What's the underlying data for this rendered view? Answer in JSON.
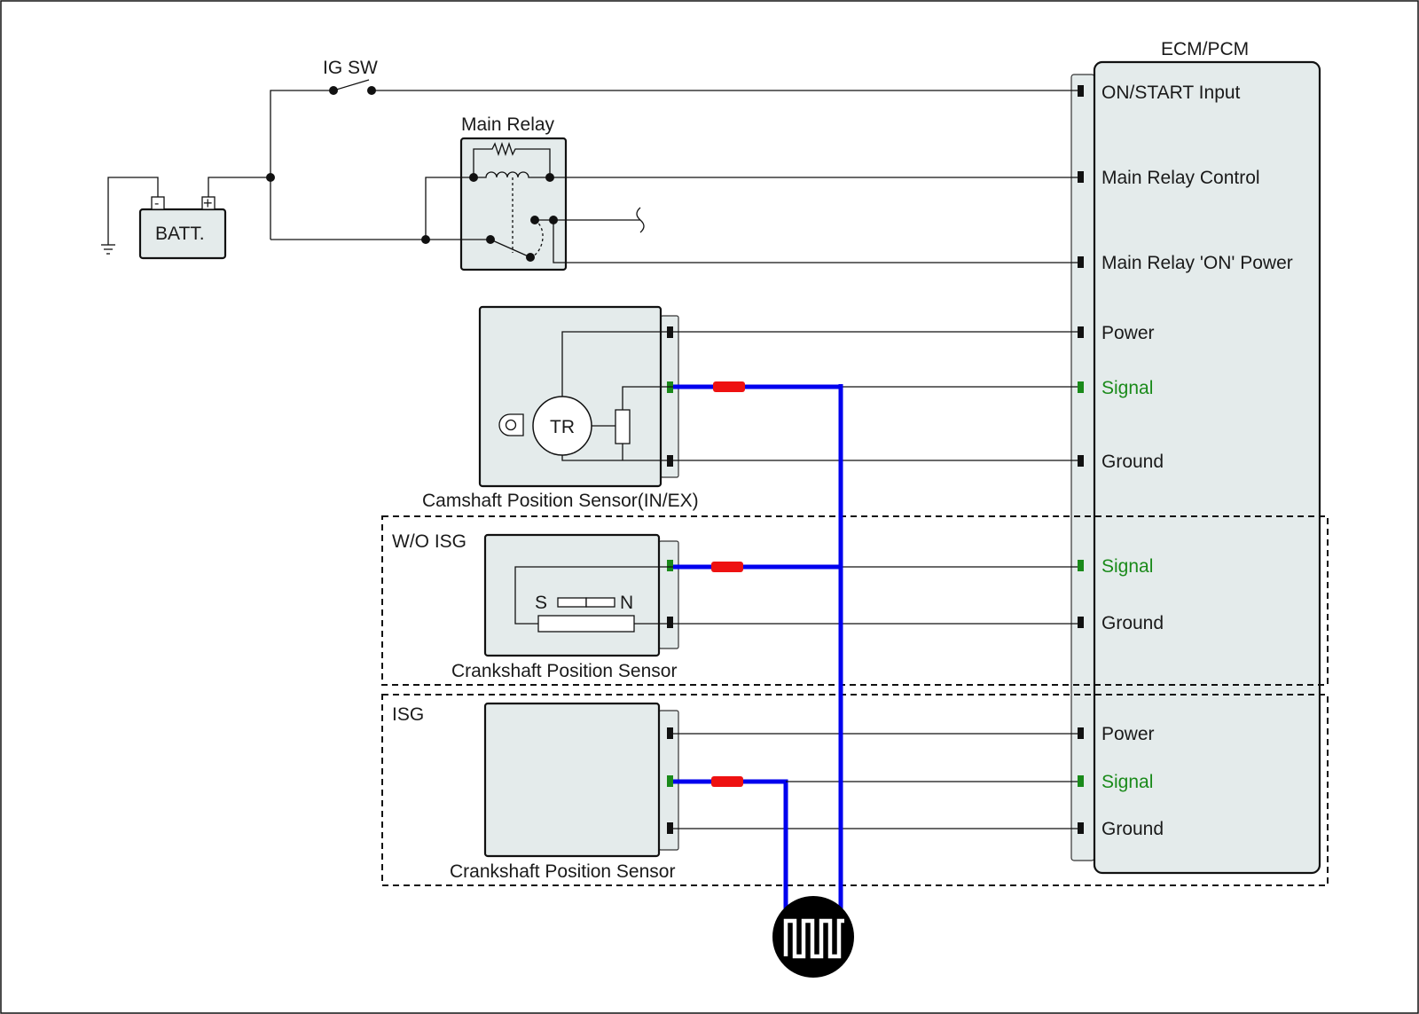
{
  "ecm": {
    "title": "ECM/PCM",
    "pins": {
      "on_start": "ON/START Input",
      "main_relay_control": "Main Relay Control",
      "main_relay_on_power": "Main Relay 'ON' Power",
      "cam_power": "Power",
      "cam_signal": "Signal",
      "cam_ground": "Ground",
      "crank_woisg_signal": "Signal",
      "crank_woisg_ground": "Ground",
      "crank_isg_power": "Power",
      "crank_isg_signal": "Signal",
      "crank_isg_ground": "Ground"
    }
  },
  "components": {
    "ig_switch": "IG SW",
    "main_relay": "Main Relay",
    "battery": "BATT.",
    "battery_neg": "-",
    "battery_pos": "+",
    "camshaft_sensor": "Camshaft Position Sensor(IN/EX)",
    "camshaft_tr": "TR",
    "crankshaft_sensor_woisg": "Crankshaft Position Sensor",
    "crankshaft_sensor_isg": "Crankshaft Position Sensor",
    "magnet_s": "S",
    "magnet_n": "N"
  },
  "variants": {
    "wo_isg": "W/O ISG",
    "isg": "ISG"
  },
  "colors": {
    "signal_wire": "#0000ee",
    "signal_label": "#1a8a1a",
    "resistor": "#ee1111",
    "component_fill": "#e4ebeb"
  },
  "icons": {
    "waveform": "square-wave-icon",
    "ground": "ground-symbol-icon"
  }
}
